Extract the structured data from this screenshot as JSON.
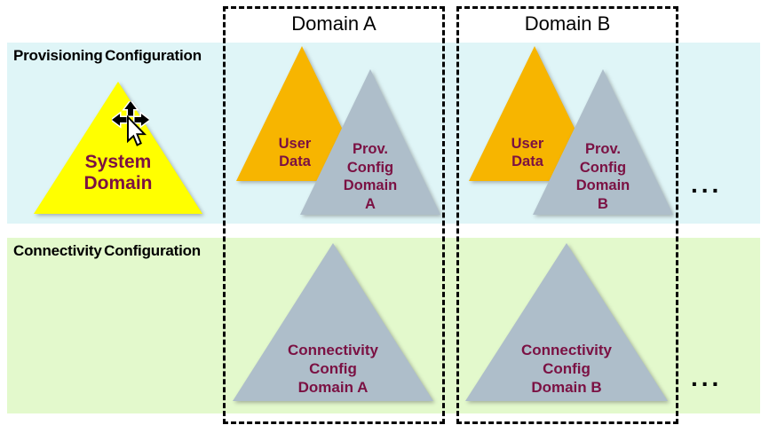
{
  "bands": {
    "provisioning": {
      "label": "Provisioning Configuration",
      "bg_color": "#DFF5F7"
    },
    "connectivity": {
      "label": "Connectivity Configuration",
      "bg_color": "#E3F9CC"
    }
  },
  "columns": {
    "domain_a": {
      "label": "Domain A"
    },
    "domain_b": {
      "label": "Domain B"
    }
  },
  "triangles": {
    "system_domain": {
      "lines": [
        "System",
        "Domain"
      ],
      "fill": "#FFFF00"
    },
    "user_data_a": {
      "lines": [
        "User",
        "Data"
      ],
      "fill": "#F7B500"
    },
    "prov_config_a": {
      "lines": [
        "Prov.",
        "Config",
        "Domain",
        "A"
      ],
      "fill": "#AEBECA"
    },
    "user_data_b": {
      "lines": [
        "User",
        "Data"
      ],
      "fill": "#F7B500"
    },
    "prov_config_b": {
      "lines": [
        "Prov.",
        "Config",
        "Domain",
        "B"
      ],
      "fill": "#AEBECA"
    },
    "connectivity_config_a": {
      "lines": [
        "Connectivity",
        "Config",
        "Domain A"
      ],
      "fill": "#AEBECA"
    },
    "connectivity_config_b": {
      "lines": [
        "Connectivity",
        "Config",
        "Domain B"
      ],
      "fill": "#AEBECA"
    }
  },
  "ellipsis": {
    "provisioning_row": "...",
    "connectivity_row": "..."
  },
  "icons": {
    "move_cursor": "move-cursor"
  },
  "colors": {
    "triangle_label_text": "#7B1143",
    "heading_text": "#000000",
    "dashed_border": "#000000"
  }
}
